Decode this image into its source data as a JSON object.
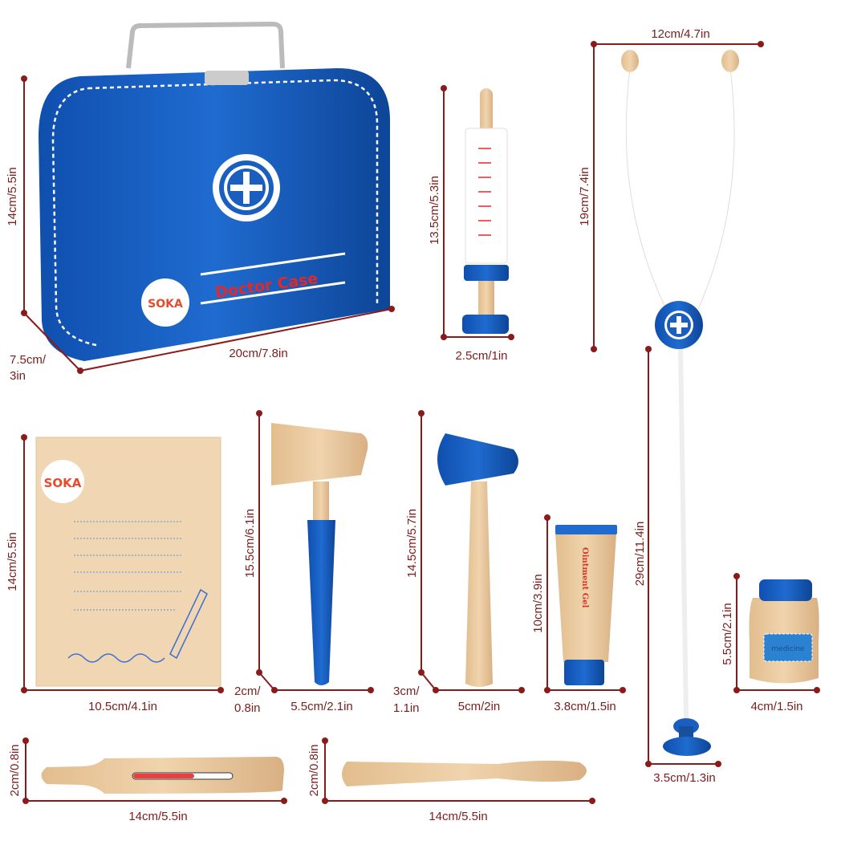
{
  "colors": {
    "dimension": "#8b1a1a",
    "blue": "#1a5fc0",
    "wood": "#e8c9a0",
    "red": "#e02a2a"
  },
  "case": {
    "brand": "SOKA",
    "title": "Doctor Case",
    "height": "14cm/5.5in",
    "depth_1": "7.5cm/",
    "depth_2": "3in",
    "width": "20cm/7.8in"
  },
  "syringe": {
    "height": "13.5cm/5.3in",
    "width": "2.5cm/1in"
  },
  "stethoscope": {
    "top_width": "12cm/4.7in",
    "upper_height": "19cm/7.4in",
    "tube_length": "29cm/11.4in",
    "chest_width": "3.5cm/1.3in"
  },
  "notepad": {
    "brand": "SOKA",
    "height": "14cm/5.5in",
    "width": "10.5cm/4.1in"
  },
  "reflex_hammer": {
    "height": "15.5cm/6.1in",
    "depth_1": "2cm/",
    "depth_2": "0.8in",
    "width": "5.5cm/2.1in"
  },
  "mallet": {
    "height": "14.5cm/5.7in",
    "depth_1": "3cm/",
    "depth_2": "1.1in",
    "width": "5cm/2in"
  },
  "ointment": {
    "label": "Ointment Gel",
    "height": "10cm/3.9in",
    "width": "3.8cm/1.5in"
  },
  "medicine_jar": {
    "label": "medicine",
    "height": "5.5cm/2.1in",
    "width": "4cm/1.5in"
  },
  "thermometer": {
    "height": "2cm/0.8in",
    "width": "14cm/5.5in"
  },
  "spatula": {
    "height": "2cm/0.8in",
    "width": "14cm/5.5in"
  }
}
